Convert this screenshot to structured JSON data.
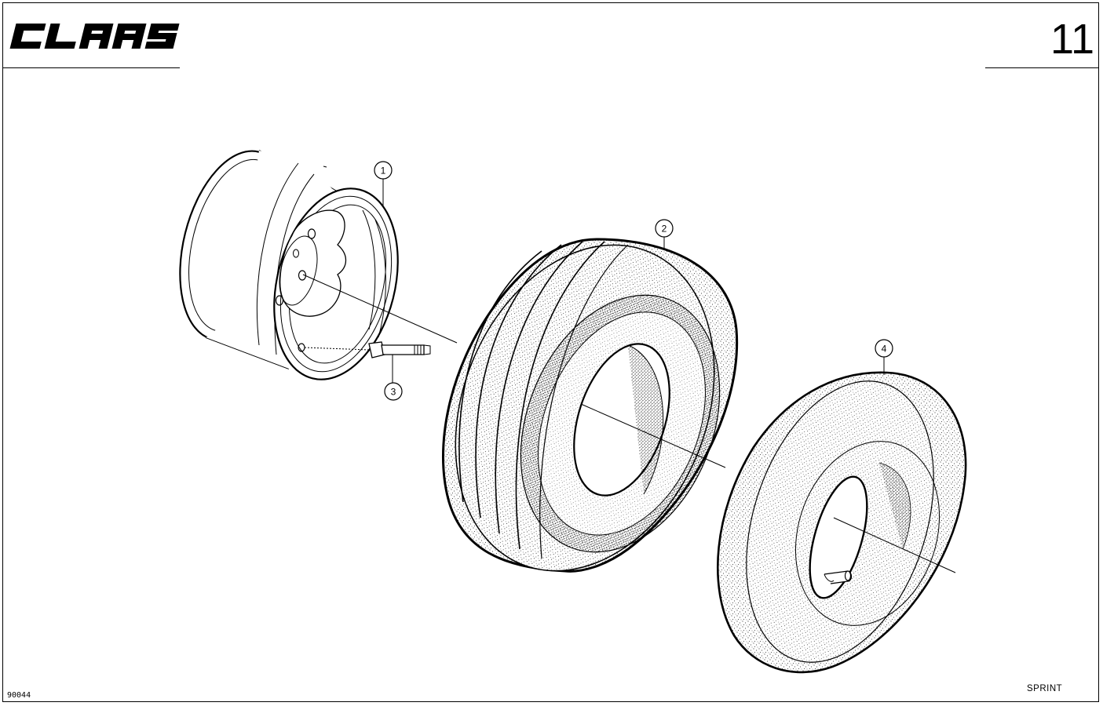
{
  "header": {
    "brand": "CLAAS",
    "page_number": "11"
  },
  "footer": {
    "drawing_code": "90044",
    "model": "SPRINT"
  },
  "parts": [
    {
      "callout": "1",
      "icon": "wheel-rim-icon"
    },
    {
      "callout": "2",
      "icon": "tyre-icon"
    },
    {
      "callout": "3",
      "icon": "wheel-bolt-icon"
    },
    {
      "callout": "4",
      "icon": "inner-tube-icon"
    }
  ],
  "colors": {
    "ink": "#000000",
    "paper": "#ffffff"
  }
}
